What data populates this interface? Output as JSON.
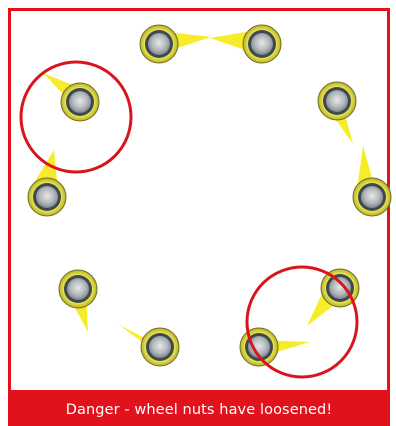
{
  "warning": {
    "text": "Danger - wheel nuts have loosened!"
  },
  "colors": {
    "danger_red": "#e1121b",
    "indicator_yellow": "#f7ec2a",
    "nut_metal": "#b9bdbf",
    "background": "#ffffff"
  },
  "illustration": {
    "nut_count": 10,
    "indicator_count": 10,
    "loose_nut_highlights": 2
  }
}
